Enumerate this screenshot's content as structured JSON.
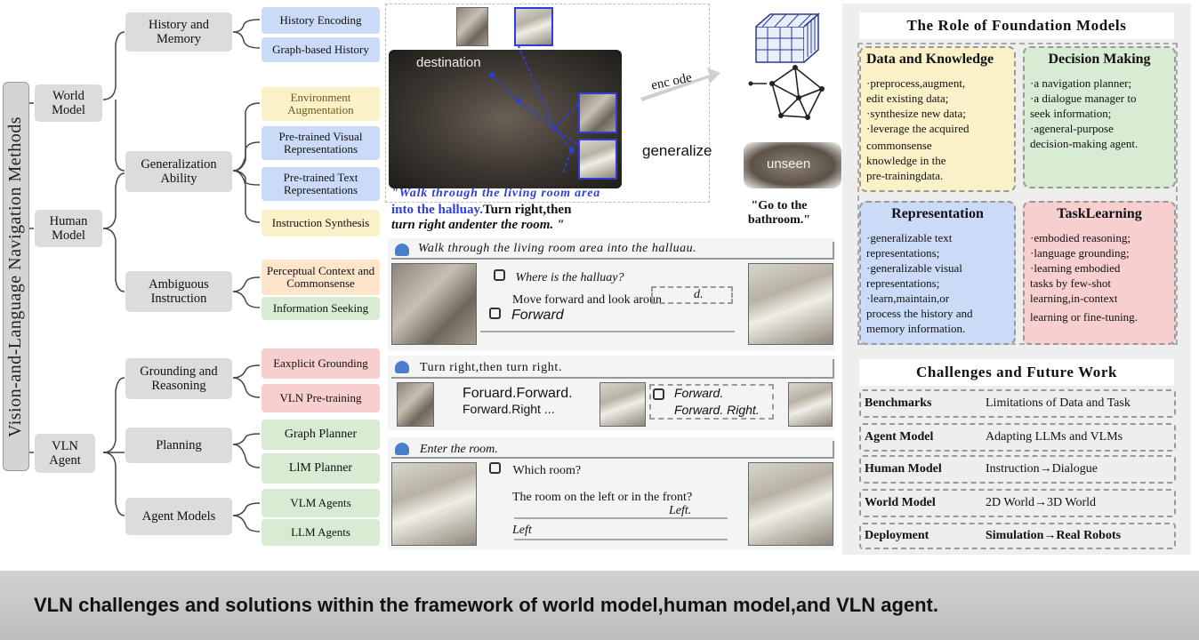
{
  "tree": {
    "title": "Vision-and-Language Navigation Methods",
    "level1": [
      {
        "label": "World Model"
      },
      {
        "label": "Human Model"
      },
      {
        "label": "VLN Agent"
      }
    ],
    "level2": [
      {
        "label": "History and Memory"
      },
      {
        "label": "Generalization Ability"
      },
      {
        "label": "Ambiguous Instruction"
      },
      {
        "label": "Grounding and Reasoning"
      },
      {
        "label": "Planning"
      },
      {
        "label": "Agent Models"
      }
    ],
    "leaves": [
      {
        "label": "History Encoding",
        "color": "#cbdaf7"
      },
      {
        "label": "Graph-based History",
        "color": "#cbdaf7"
      },
      {
        "label": "Environment Augmentation",
        "color": "#fbf1c9"
      },
      {
        "label": "Pre-trained Visual Representations",
        "color": "#cbdaf7"
      },
      {
        "label": "Pre-trained Text Representations",
        "color": "#cbdaf7"
      },
      {
        "label": "Instruction Synthesis",
        "color": "#fbf1c9"
      },
      {
        "label": "Perceptual Context and Commonsense",
        "color": "#fde4cb"
      },
      {
        "label": "Information Seeking",
        "color": "#d7ecd2"
      },
      {
        "label": "Eaxplicit Grounding",
        "color": "#f7cfcf"
      },
      {
        "label": "VLN Pre-training",
        "color": "#f7cfcf"
      },
      {
        "label": "Graph Planner",
        "color": "#d7ecd2"
      },
      {
        "label": "LlM Planner",
        "color": "#d7ecd2"
      },
      {
        "label": "VLM Agents",
        "color": "#d7ecd2"
      },
      {
        "label": "LLM Agents",
        "color": "#d7ecd2"
      }
    ]
  },
  "middle": {
    "destination": "destination",
    "encode": "enc ode",
    "generalize": "generalize",
    "unseen": "unseen",
    "instruction_part1": "\"Walk through the living room area",
    "instruction_part2": "into the halluay.",
    "instruction_part3": "Turn right,then",
    "instruction_part4": "turn right andenter the room. \"",
    "go_bathroom": "\"Go to the bathroom.\"",
    "dialog1": {
      "user": "Walk through the living room area into the halluau.",
      "agent_q": "Where is the halluay?",
      "answer": "Move forward and look aroun",
      "answer_tail": "d.",
      "agent_action": "Forward"
    },
    "dialog2": {
      "user": "Turn right,then turn right.",
      "actions_line1": "Foruard.Forward.",
      "actions_line2": "Forward.Right ...",
      "agent_line1": "Forward.",
      "agent_line2": "Forward. Right."
    },
    "dialog3": {
      "user": "Enter the room.",
      "agent_q": "Which room?",
      "answer": "The room on the left or in the front?",
      "agent_reply": "Left.",
      "action": "Left"
    }
  },
  "foundation": {
    "title": "The Role of Foundation Models",
    "boxes": [
      {
        "title": "Data and Knowledge",
        "lines": [
          "·preprocess,augment,",
          "edit existing data;",
          "·synthesize new data;",
          "·leverage the acquired",
          "commonsense",
          "knowledge in the",
          "pre-trainingdata."
        ],
        "color": "#fbf1c9"
      },
      {
        "title": "Decision Making",
        "lines": [
          "·a navigation planner;",
          "·a dialogue manager to",
          "seek information;",
          "·ageneral-purpose",
          "decision-making agent."
        ],
        "color": "#d7ecd2"
      },
      {
        "title": "Representation",
        "lines": [
          "·generalizable text",
          "representations;",
          "·generalizable visual",
          "representations;",
          "·learn,maintain,or",
          "process the history and",
          "memory information."
        ],
        "color": "#cbdaf7"
      },
      {
        "title": "TaskLearning",
        "lines": [
          "·embodied reasoning;",
          "·language grounding;",
          "·learning embodied",
          "tasks by few-shot",
          "learning,in-context",
          "learning or fine-tuning."
        ],
        "color": "#f7cfcf"
      }
    ]
  },
  "challenges": {
    "title": "Challenges and Future Work",
    "rows": [
      {
        "key": "Benchmarks",
        "value": "Limitations of Data and Task"
      },
      {
        "key": "Agent Model",
        "value": "Adapting LLMs and VLMs"
      },
      {
        "key": "Human Model",
        "value": "Instruction→Dialogue"
      },
      {
        "key": "World Model",
        "value": "2D World→3D World"
      },
      {
        "key": "Deployment",
        "value": "Simulation→Real Robots"
      }
    ]
  },
  "caption": "VLN challenges and solutions within the framework of world model,human model,and VLN agent."
}
